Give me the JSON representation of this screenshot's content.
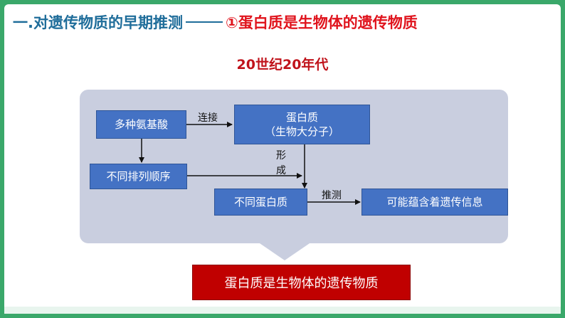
{
  "heading": {
    "left": "一.对遗传物质的早期推测",
    "right": "①蛋白质是生物体的遗传物质"
  },
  "era": "20世纪20年代",
  "diagram": {
    "amino_acids": "多种氨基酸",
    "protein_line1": "蛋白质",
    "protein_line2": "（生物大分子）",
    "arrangement": "不同排列顺序",
    "different_proteins": "不同蛋白质",
    "possible_info": "可能蕴含着遗传信息",
    "label_connect": "连接",
    "label_form_1": "形",
    "label_form_2": "成",
    "label_infer": "推测"
  },
  "conclusion": "蛋白质是生物体的遗传物质",
  "colors": {
    "title_blue": "#1f6d9a",
    "title_red": "#e0141d",
    "box_blue": "#4472c4",
    "panel": "#c9cedf",
    "result_red": "#c00000",
    "frame_green": "#3aa86a"
  }
}
